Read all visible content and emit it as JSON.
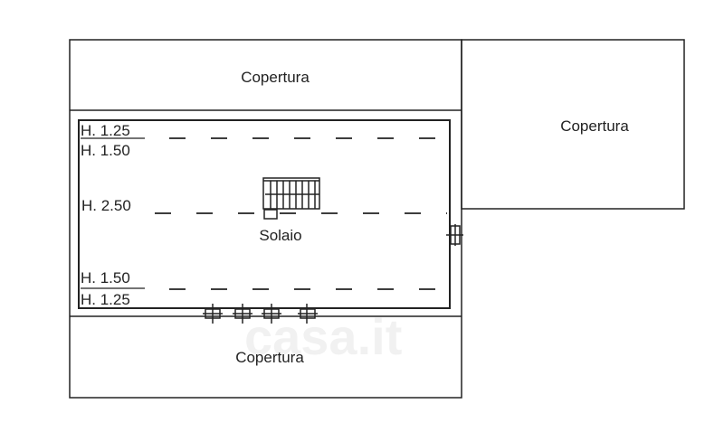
{
  "plan": {
    "roof_top": "Copertura",
    "roof_right": "Copertura",
    "roof_bottom": "Copertura",
    "room": "Solaio",
    "heights": {
      "top_a": "H. 1.25",
      "top_b": "H. 1.50",
      "middle": "H. 2.50",
      "bottom_a": "H. 1.50",
      "bottom_b": "H. 1.25"
    },
    "watermark": "casa.it"
  }
}
